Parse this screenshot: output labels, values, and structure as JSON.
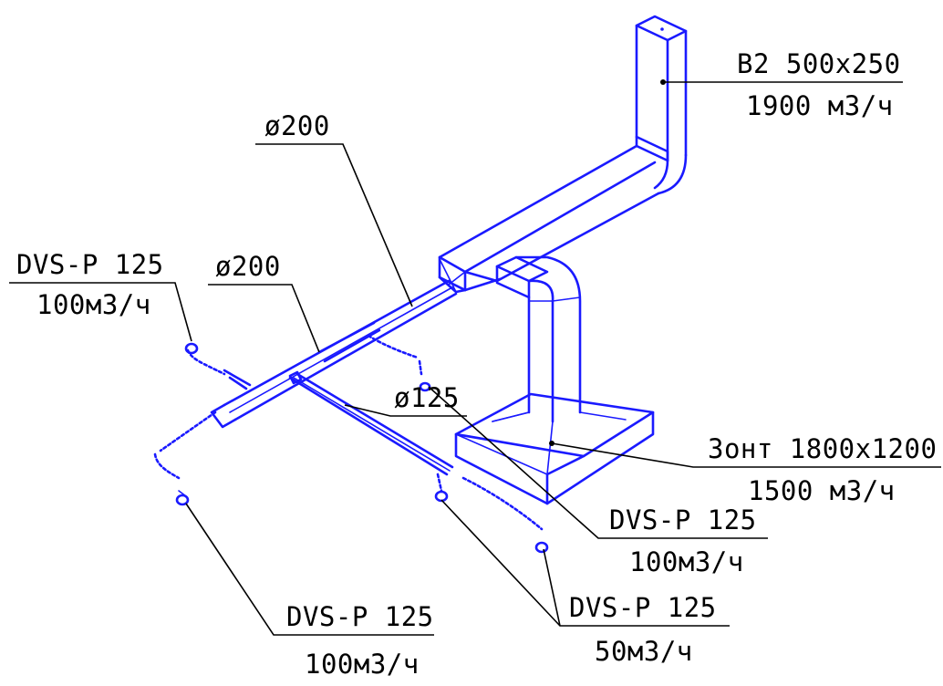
{
  "labels": {
    "main_duct": {
      "line1": "B2 500x250",
      "line2": "1900 м3/ч"
    },
    "branch_upper": {
      "line1": "ø200"
    },
    "branch_lower": {
      "line1": "ø200"
    },
    "branch_hood": {
      "line1": "ø125"
    },
    "diffuser_top_left": {
      "line1": "DVS-P 125",
      "line2": "100м3/ч"
    },
    "diffuser_bottom_left": {
      "line1": "DVS-P 125",
      "line2": "100м3/ч"
    },
    "diffuser_center": {
      "line1": "DVS-P 125",
      "line2": "100м3/ч"
    },
    "diffuser_bottom_right": {
      "line1": "DVS-P 125",
      "line2": "50м3/ч"
    },
    "hood": {
      "line1": "Зонт 1800x1200",
      "line2": "1500 м3/ч"
    }
  },
  "colors": {
    "duct": "#1a1aff",
    "annotation": "#000000",
    "background": "#ffffff"
  }
}
